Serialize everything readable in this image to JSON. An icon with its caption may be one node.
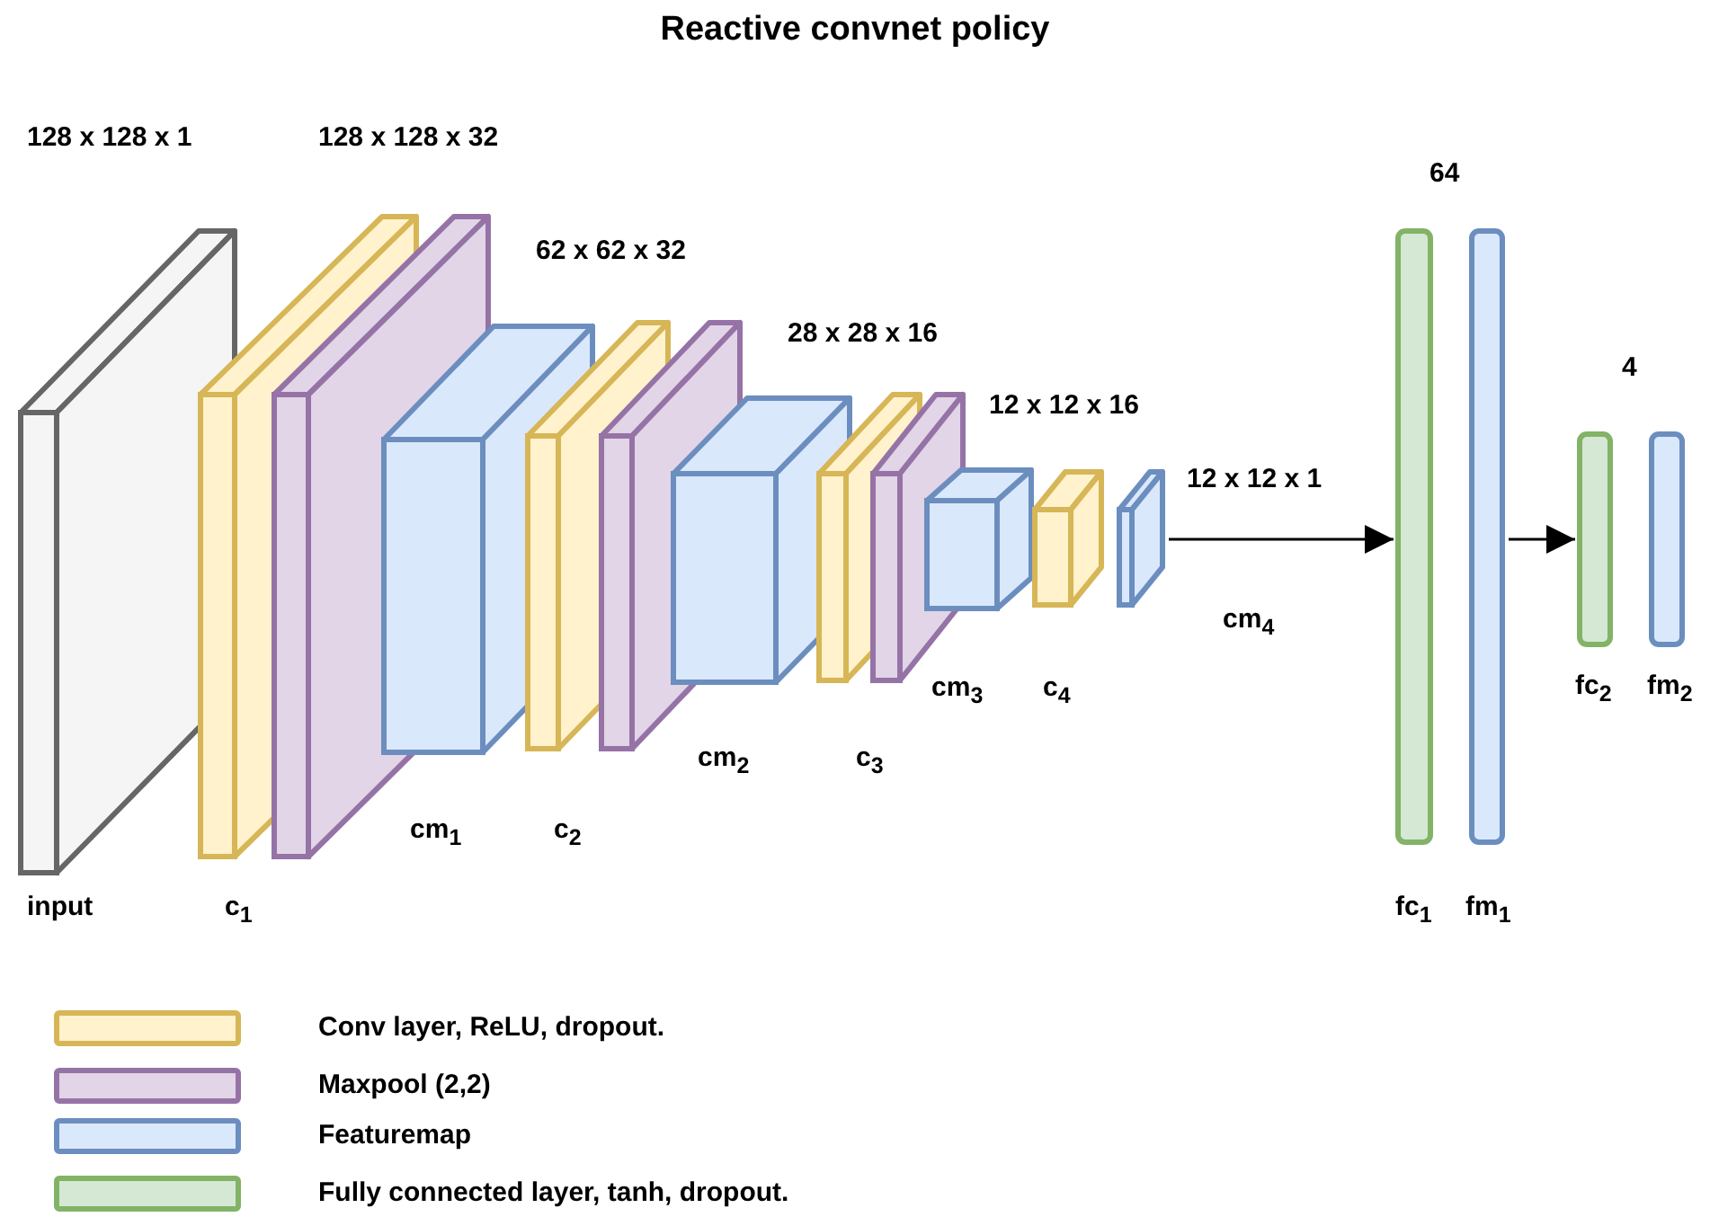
{
  "diagram": {
    "title": "Reactive convnet policy",
    "nodes": [
      {
        "text": [
          "input"
        ]
      },
      {
        "text": [
          "c$_{1}$"
        ]
      },
      {
        "text": [],
        "shape": "box"
      },
      {
        "text": [
          "cm$_{1}$"
        ]
      },
      {
        "text": [
          "c$_{2}$"
        ]
      },
      {
        "text": [],
        "shape": "box"
      },
      {
        "text": [
          "cm$_{2}$"
        ]
      },
      {
        "text": [
          "c$_{3}$"
        ]
      },
      {
        "text": [],
        "shape": "box"
      },
      {
        "text": [
          "cm$_{3}$"
        ]
      },
      {
        "text": [
          "c$_{4}$"
        ]
      },
      {
        "text": [
          "cm$_{4}$"
        ]
      },
      {
        "text": [
          "fc$_{1}$"
        ]
      },
      {
        "text": [
          "fm$_{1}$"
        ]
      },
      {
        "text": [
          "fc$_{2}$"
        ]
      },
      {
        "text": [
          "fm$_{2}$"
        ]
      }
    ],
    "edges": [
      {
        "from": 11,
        "to": 12,
        "arrow": "to"
      },
      {
        "from": 13,
        "to": 14,
        "arrow": "to"
      }
    ],
    "labels": [
      "128 x 128 x 1",
      "128 x 128 x 32",
      "62 x 62 x 32",
      "28 x 28 x 16",
      "12 x 12 x 16",
      "12 x 12 x 1",
      "64",
      "4"
    ],
    "legend": [
      {
        "text": "Conv layer, ReLU, dropout.",
        "color": "#fff2cc"
      },
      {
        "text": "Maxpool (2,2)",
        "color": "#e1d5e7"
      },
      {
        "text": "Featuremap",
        "color": "#dae8fc"
      },
      {
        "text": "Fully connected layer, tanh, dropout.",
        "color": "#d5e8d4"
      }
    ]
  }
}
